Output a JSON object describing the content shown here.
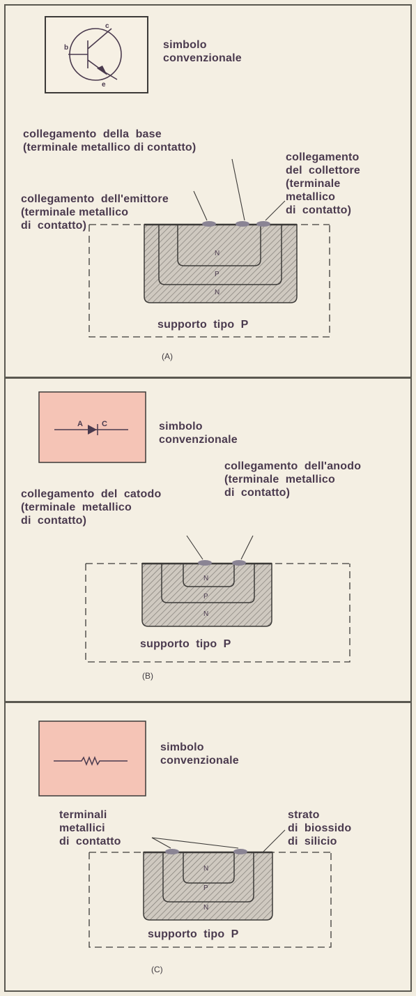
{
  "panels": [
    {
      "id": "A",
      "symbol_caption": "simbolo\nconvenzionale",
      "symbol_letters": [
        "b",
        "c",
        "e"
      ],
      "label_base": "collegamento  della  base\n(terminale metallico di contatto)",
      "label_collector": "collegamento\ndel  collettore\n(terminale\nmetallico\ndi  contatto)",
      "label_emitter": "collegamento  dell'emittore\n(terminale metallico\ndi  contatto)",
      "regions": [
        "N",
        "P",
        "N"
      ],
      "substrate": "supporto  tipo  P",
      "caption": "(A)",
      "symbol_bg": "#f6f0e4"
    },
    {
      "id": "B",
      "symbol_caption": "simbolo\nconvenzionale",
      "symbol_letters": [
        "A",
        "C"
      ],
      "label_anode": "collegamento  dell'anodo\n(terminale  metallico\ndi  contatto)",
      "label_cathode": "collegamento  del  catodo\n(terminale  metallico\ndi  contatto)",
      "regions": [
        "N",
        "P",
        "N"
      ],
      "substrate": "supporto  tipo  P",
      "caption": "(B)",
      "symbol_bg": "#f5c4b6"
    },
    {
      "id": "C",
      "symbol_caption": "simbolo\nconvenzionale",
      "label_terminals": "terminali\nmetallici\ndi  contatto",
      "label_oxide": "strato\ndi  biossido\ndi  silicio",
      "regions": [
        "N",
        "P",
        "N"
      ],
      "substrate": "supporto  tipo  P",
      "caption": "(C)",
      "symbol_bg": "#f5c4b6"
    }
  ],
  "colors": {
    "ink": "#4a3a4e",
    "hatch_fill": "#cfc9c0",
    "hatch_line": "#7d7872",
    "contact": "#8a8494"
  }
}
